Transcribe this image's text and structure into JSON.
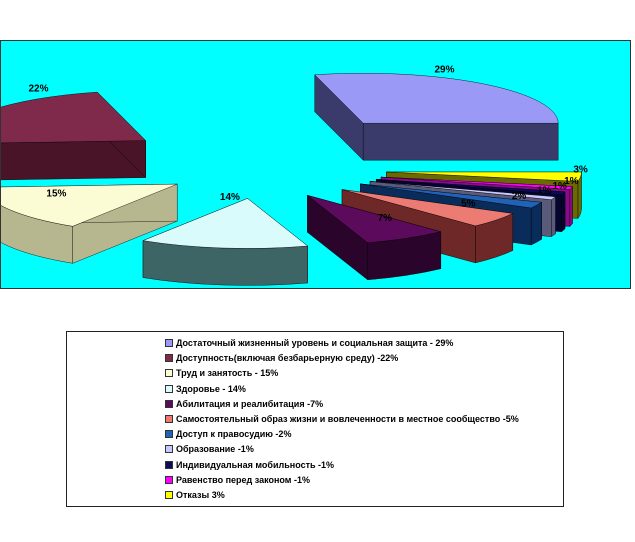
{
  "chart_data": {
    "type": "pie",
    "style": "3d-exploded",
    "title": "",
    "slices": [
      {
        "label": "Достаточный жизненный уровень и социальная защита - 29%",
        "value": 29,
        "data_label": "29%",
        "color": "#9a99f5",
        "side_color": "#3b3b6b"
      },
      {
        "label": "Доступность(включая безбарьерную среду) -22%",
        "value": 22,
        "data_label": "22%",
        "color": "#7f2a4b",
        "side_color": "#4a1428"
      },
      {
        "label": "Труд и занятость - 15%",
        "value": 15,
        "data_label": "15%",
        "color": "#fbfbd4",
        "side_color": "#b6b68f"
      },
      {
        "label": "Здоровье - 14%",
        "value": 14,
        "data_label": "14%",
        "color": "#d9fbfb",
        "side_color": "#3d6565"
      },
      {
        "label": "Абилитация и реалибитация -7%",
        "value": 7,
        "data_label": "7%",
        "color": "#5c0a5c",
        "side_color": "#2b042b"
      },
      {
        "label": "Самостоятельный образ жизни и вовлеченности в местное сообщество -5%",
        "value": 5,
        "data_label": "5%",
        "color": "#ec7b74",
        "side_color": "#6f2828"
      },
      {
        "label": "Доступ к правосудию -2%",
        "value": 2,
        "data_label": "2%",
        "color": "#1f62b8",
        "side_color": "#0a2c5a"
      },
      {
        "label": "Образование -1%",
        "value": 1,
        "data_label": "1%",
        "color": "#c9c9ff",
        "side_color": "#5a5a7a"
      },
      {
        "label": "Индивидуальная мобильность -1%",
        "value": 1,
        "data_label": "1%",
        "color": "#0b0b5a",
        "side_color": "#050530"
      },
      {
        "label": "Равенство перед законом -1%",
        "value": 1,
        "data_label": "1%",
        "color": "#ff00ff",
        "side_color": "#8a0a8a"
      },
      {
        "label": "Отказы 3%",
        "value": 3,
        "data_label": "3%",
        "color": "#ffff00",
        "side_color": "#6a6a00"
      }
    ],
    "legend_position": "bottom",
    "background_color": "#00ffff"
  }
}
